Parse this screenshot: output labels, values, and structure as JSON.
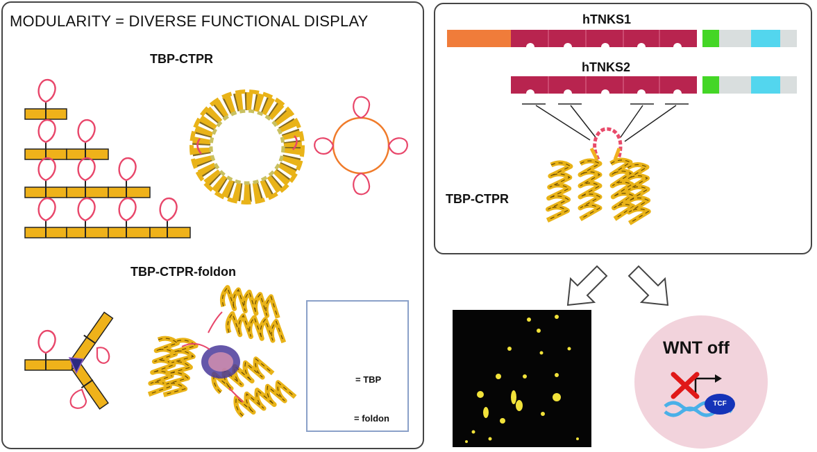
{
  "left_panel": {
    "title": "MODULARITY = DIVERSE FUNCTIONAL DISPLAY",
    "section1": "TBP-CTPR",
    "section2": "TBP-CTPR-foldon",
    "legend": {
      "tbp": "= TBP",
      "foldon": "= foldon"
    }
  },
  "right_panel": {
    "protein1": "hTNKS1",
    "protein2": "hTNKS2",
    "structure_label": "TBP-CTPR"
  },
  "outcome": {
    "wnt_label": "WNT off",
    "tcf_label": "TCF"
  },
  "colors": {
    "repeat": "#efb21a",
    "loop": "#e8466a",
    "ring": "#f07b2a",
    "arc_n": "#f07c3a",
    "arc": "#b8244f",
    "sam": "#44d626",
    "gray": "#d9dede",
    "cyan": "#53d6ee",
    "foldon": "#2b2a80",
    "helix": "#e9b318",
    "micro_bg": "#050505",
    "wnt_bg": "#f2d3dc"
  }
}
